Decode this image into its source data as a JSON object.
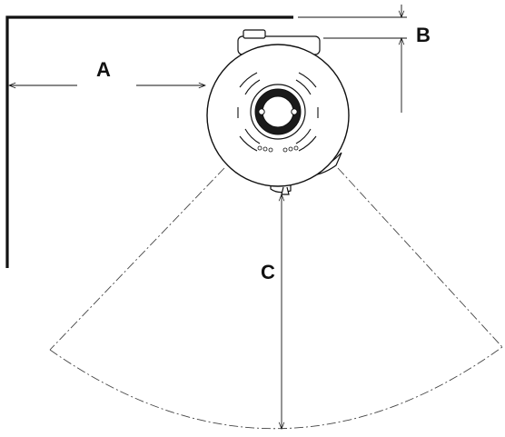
{
  "labels": {
    "a": "A",
    "b": "B",
    "c": "C"
  },
  "colors": {
    "line": "#111111",
    "fill": "#ffffff"
  }
}
